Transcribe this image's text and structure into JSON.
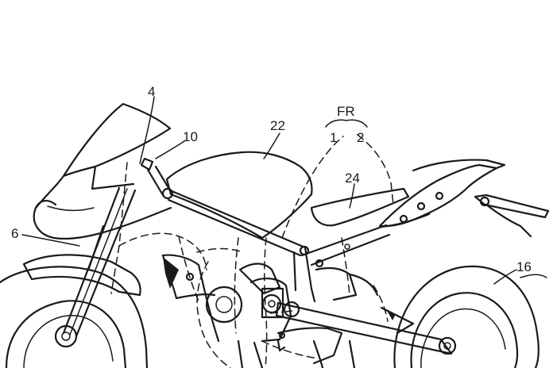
{
  "labels": {
    "front_label": "FR",
    "ref_1": "1",
    "ref_2": "2",
    "ref_4": "4",
    "ref_6": "6",
    "ref_10": "10",
    "ref_16": "16",
    "ref_22": "22",
    "ref_24": "24"
  },
  "colors": {
    "line": "#1a1a1a",
    "background": "#ffffff"
  }
}
